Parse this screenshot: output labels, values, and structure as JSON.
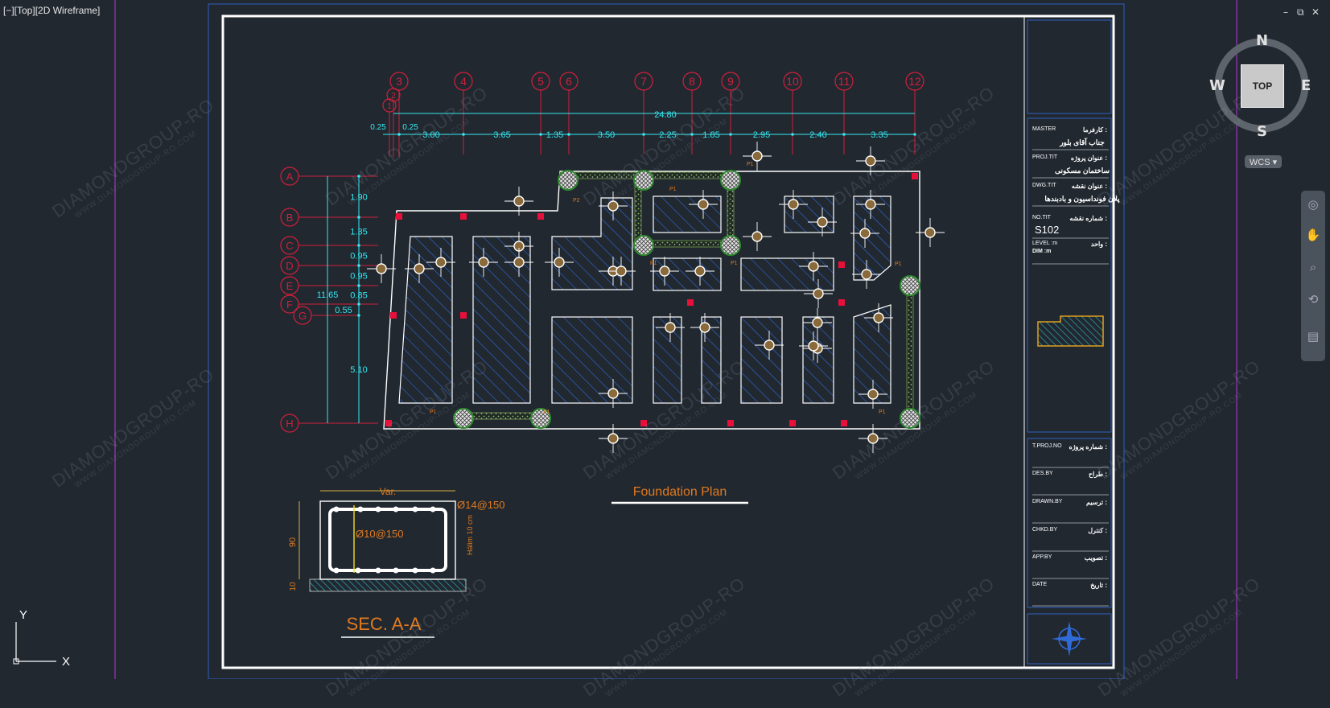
{
  "viewport": {
    "label": "[−][Top][2D Wireframe]"
  },
  "window_controls": {
    "minimize": "–",
    "restore": "⧉",
    "close": "✕"
  },
  "viewcube": {
    "face": "TOP",
    "north": "N",
    "south": "S",
    "east": "E",
    "west": "W",
    "wcs": "WCS ▾"
  },
  "navbar_icons": [
    "steering-wheel-icon",
    "pan-icon",
    "zoom-icon",
    "orbit-icon",
    "showmotion-icon"
  ],
  "ucs": {
    "y": "Y",
    "x": "X"
  },
  "watermark": {
    "line1": "DIAMONDGROUP-RO",
    "line2": "WWW.DIAMONDGROUP-RO.COM"
  },
  "colors": {
    "background": "#212830",
    "grid_red": "#d0203b",
    "dim_cyan": "#35e8f0",
    "annotation_orange": "#e07a1f",
    "magenta_frame": "#b437d6",
    "blue_frame": "#2f5fbf"
  },
  "drawing": {
    "grid_columns": [
      "1",
      "2",
      "3",
      "4",
      "5",
      "6",
      "7",
      "8",
      "9",
      "10",
      "11",
      "12"
    ],
    "grid_rows": [
      "A",
      "B",
      "C",
      "D",
      "E",
      "F",
      "G",
      "H"
    ],
    "overall_width": "24.80",
    "small_offsets": [
      "0.25",
      "0.25"
    ],
    "column_spacings": [
      "3.00",
      "3.65",
      "1.35",
      "3.50",
      "2.25",
      "1.85",
      "2.95",
      "2.40",
      "3.35"
    ],
    "row_spacings": [
      "1.90",
      "1.35",
      "0.95",
      "0.95",
      "0.85",
      "0.55",
      "5.10"
    ],
    "overall_height": "11.65",
    "pile_labels": [
      "P2",
      "P1",
      "P1",
      "P1",
      "P1",
      "P1",
      "P1",
      "P1",
      "P1",
      "P1"
    ],
    "plan_title": "Foundation Plan",
    "section": {
      "title": "SEC. A-A",
      "width_label": "Var.",
      "top_bar": "Ø14@150",
      "stirrup": "Ø10@150",
      "side_note": "Hálim 10 cm",
      "height": "90",
      "base": "10"
    }
  },
  "title_block": {
    "fields": [
      {
        "en": "MASTER",
        "fa": "کارفرما :",
        "value": "جناب آقای بلور"
      },
      {
        "en": "PROJ.TIT",
        "fa": "عنوان پروژه :",
        "value": "ساختمان مسکونی"
      },
      {
        "en": "DWG.TIT",
        "fa": "عنوان نقشه :",
        "value": "پلان فونداسیون و بادبندها"
      },
      {
        "en": "NO.TIT",
        "fa": "شماره نقشه :",
        "value": "S102"
      },
      {
        "en": "LEVEL :m",
        "fa": "واحد :",
        "value": "DIM :m"
      }
    ],
    "signatures": [
      {
        "en": "T.PROJ.NO",
        "fa": "شماره پروژه :"
      },
      {
        "en": "DES.BY",
        "fa": "طراح :"
      },
      {
        "en": "DRAWN.BY",
        "fa": "ترسیم :"
      },
      {
        "en": "CHKD.BY",
        "fa": "کنترل :"
      },
      {
        "en": "APP.BY",
        "fa": "تصویب :"
      },
      {
        "en": "DATE",
        "fa": "تاریخ :"
      }
    ]
  }
}
